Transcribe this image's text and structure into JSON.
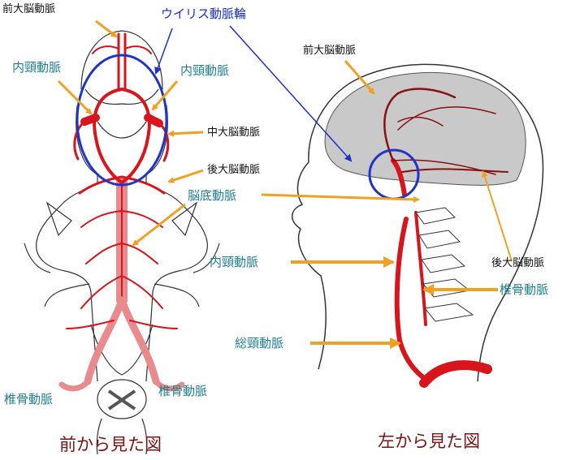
{
  "colors": {
    "artery": "#d8141c",
    "artery_light": "#e98a8d",
    "arrow_orange": "#f2a021",
    "arrow_blue": "#1a2fd0",
    "circle_blue": "#1f35c9",
    "brain_gray": "#c9c9c9",
    "outline": "#333333",
    "label_teal": "#1f7f90",
    "caption": "#7a1414"
  },
  "front_view": {
    "caption": "前から見た図",
    "labels": {
      "anterior_cerebral": "前大脳動脈",
      "circle_of_willis": "ウイリス動脈輪",
      "internal_carotid_left": "内頸動脈",
      "internal_carotid_right": "内頸動脈",
      "middle_cerebral": "中大脳動脈",
      "posterior_cerebral": "後大脳動脈",
      "basilar": "脳底動脈",
      "vertebral_left": "椎骨動脈",
      "vertebral_right": "椎骨動脈"
    }
  },
  "side_view": {
    "caption": "左から見た図",
    "labels": {
      "anterior_cerebral": "前大脳動脈",
      "posterior_cerebral": "後大脳動脈",
      "internal_carotid": "内頸動脈",
      "vertebral": "椎骨動脈",
      "common_carotid": "総頸動脈"
    }
  }
}
